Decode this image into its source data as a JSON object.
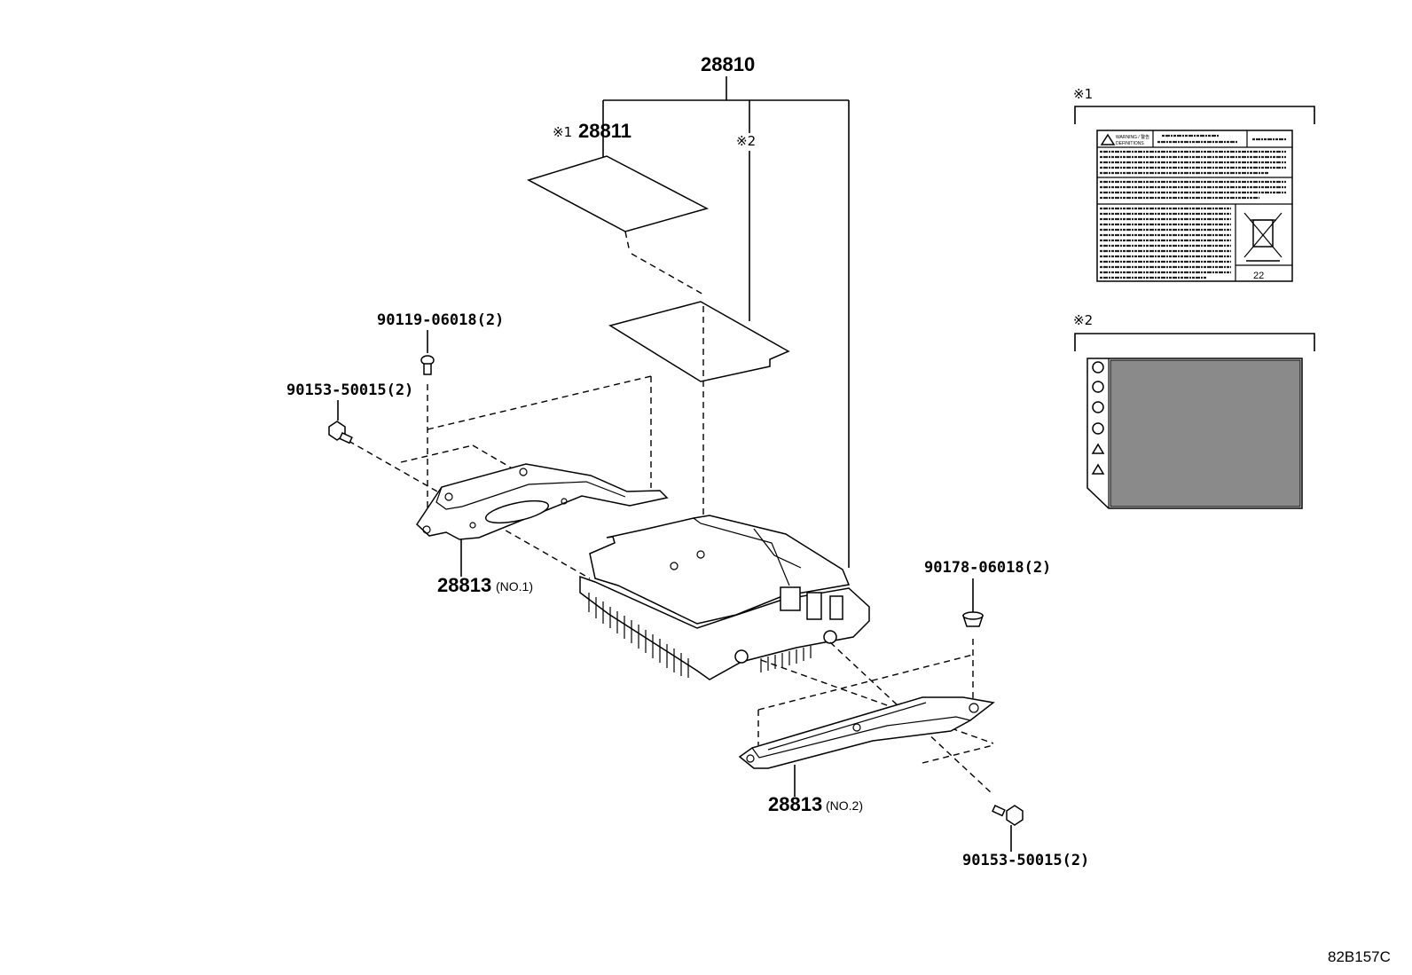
{
  "labels": {
    "main_assembly": "28810",
    "sheet_part": "28811",
    "bracket_part": "28813",
    "bracket_no1": "(NO.1)",
    "bracket_no2": "(NO.2)",
    "bolt_top": "90119-06018(2)",
    "bolt_left": "90153-50015(2)",
    "nut_right": "90178-06018(2)",
    "bolt_bottom": "90153-50015(2)"
  },
  "marks": {
    "note1": "※1",
    "note2": "※2"
  },
  "label_detail": {
    "warning_title_1": "WARNING / 警告",
    "warning_title_2": "DEFINITIONS",
    "number": "22"
  },
  "diagram_code": "82B157C"
}
